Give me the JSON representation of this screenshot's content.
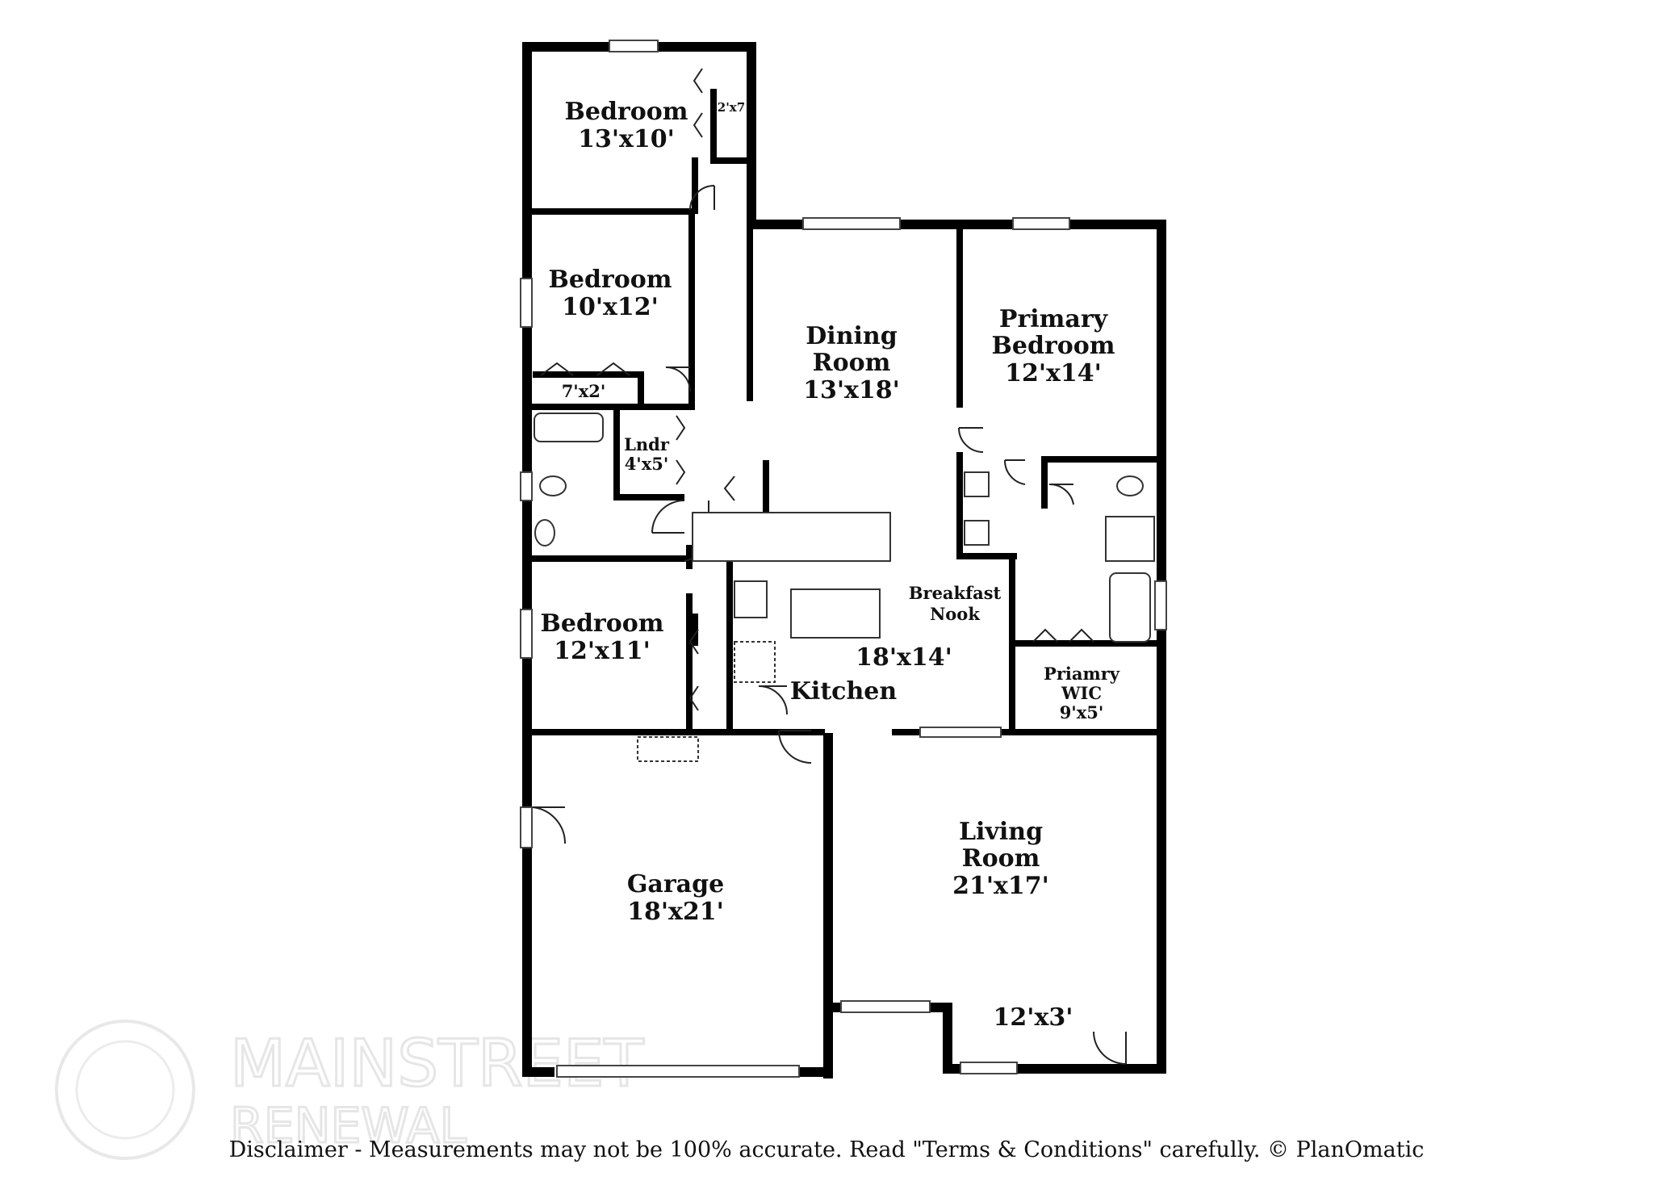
{
  "rooms": {
    "bedroom_top": {
      "name": "Bedroom",
      "dim": "13'x10'"
    },
    "closet_top": {
      "dim": "2'x7"
    },
    "bedroom_mid": {
      "name": "Bedroom",
      "dim": "10'x12'"
    },
    "closet_mid": {
      "dim": "7'x2'"
    },
    "laundry": {
      "name": "Lndr",
      "dim": "4'x5'"
    },
    "dining": {
      "name_line1": "Dining",
      "name_line2": "Room",
      "dim": "13'x18'"
    },
    "primary_bedroom": {
      "name_line1": "Primary",
      "name_line2": "Bedroom",
      "dim": "12'x14'"
    },
    "breakfast_nook": {
      "name_line1": "Breakfast",
      "name_line2": "Nook"
    },
    "kitchen": {
      "name": "Kitchen",
      "dim": "18'x14'"
    },
    "bedroom_low": {
      "name": "Bedroom",
      "dim": "12'x11'"
    },
    "primary_wic": {
      "name_line1": "Priamry",
      "name_line2": "WIC",
      "dim": "9'x5'"
    },
    "living": {
      "name_line1": "Living",
      "name_line2": "Room",
      "dim": "21'x17'"
    },
    "garage": {
      "name": "Garage",
      "dim": "18'x21'"
    },
    "porch": {
      "dim": "12'x3'"
    }
  },
  "watermark": {
    "line1": "MAINSTREET",
    "line2": "RENEWAL"
  },
  "disclaimer": "Disclaimer - Measurements may not be 100% accurate. Read \"Terms & Conditions\" carefully. © PlanOmatic"
}
